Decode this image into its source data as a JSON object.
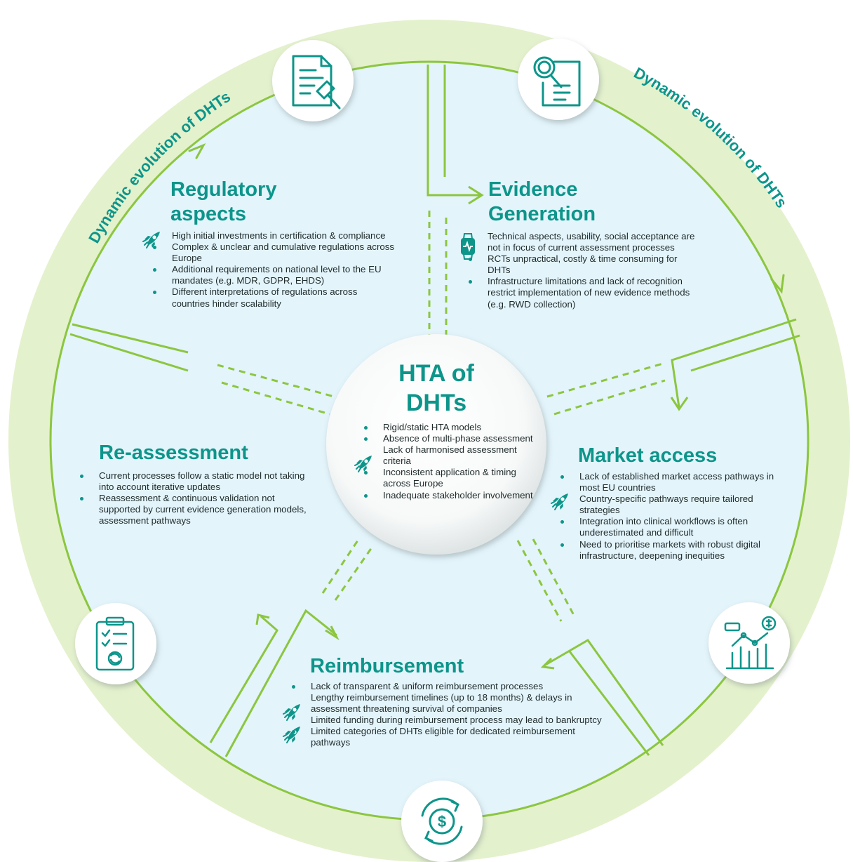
{
  "arc_labels": {
    "left": "Dynamic evolution of DHTs",
    "right": "Dynamic evolution of DHTs"
  },
  "center": {
    "title_line1": "HTA of",
    "title_line2": "DHTs",
    "bullets": [
      {
        "text": "Rigid/static HTA models",
        "marker": "dot"
      },
      {
        "text": "Absence of multi-phase assessment",
        "marker": "dot"
      },
      {
        "text": "Lack of harmonised assessment criteria",
        "marker": "rocket-icon"
      },
      {
        "text": "Inconsistent application & timing across Europe",
        "marker": "dot"
      },
      {
        "text": "Inadequate stakeholder involvement",
        "marker": "dot"
      }
    ]
  },
  "sections": {
    "regulatory": {
      "title_line1": "Regulatory",
      "title_line2": "aspects",
      "icon": "document-gavel-icon",
      "bullets": [
        {
          "text": "High initial investments in certification & compliance",
          "marker": "rocket-icon"
        },
        {
          "text": "Complex & unclear and cumulative regulations across Europe",
          "marker": "dot"
        },
        {
          "text": "Additional requirements on national level to the EU mandates (e.g. MDR, GDPR, EHDS)",
          "marker": "dot"
        },
        {
          "text": "Different interpretations of regulations across countries hinder scalability",
          "marker": "dot"
        }
      ]
    },
    "evidence": {
      "title_line1": "Evidence",
      "title_line2": "Generation",
      "icon": "magnifier-document-icon",
      "bullets": [
        {
          "text": "Technical aspects, usability, social acceptance are not in focus of current assessment processes",
          "marker": "smartwatch-icon"
        },
        {
          "text": "RCTs unpractical, costly & time consuming for DHTs",
          "marker": "dot"
        },
        {
          "text": "Infrastructure limitations and lack of recognition restrict implementation of new evidence methods (e.g. RWD collection)",
          "marker": "dot"
        }
      ]
    },
    "market": {
      "title": "Market access",
      "icon": "market-chart-icon",
      "bullets": [
        {
          "text": "Lack of established market access pathways in most EU countries",
          "marker": "dot"
        },
        {
          "text": "Country-specific pathways require tailored strategies",
          "marker": "rocket-icon"
        },
        {
          "text": "Integration into clinical workflows is often underestimated and difficult",
          "marker": "dot"
        },
        {
          "text": "Need to prioritise markets with robust digital infrastructure, deepening inequities",
          "marker": "dot"
        }
      ]
    },
    "reimbursement": {
      "title": "Reimbursement",
      "icon": "dollar-cycle-icon",
      "bullets": [
        {
          "text": "Lack of transparent & uniform reimbursement processes",
          "marker": "dot"
        },
        {
          "text": "Lengthy reimbursement timelines (up to 18 months) & delays in assessment threatening survival of companies",
          "marker": "rocket-icon"
        },
        {
          "text": "Limited funding during reimbursement process may lead to bankruptcy",
          "marker": "rocket-icon"
        },
        {
          "text": "Limited categories of DHTs eligible for dedicated reimbursement pathways",
          "marker": "dot"
        }
      ]
    },
    "reassessment": {
      "title": "Re-assessment",
      "icon": "clipboard-checklist-icon",
      "bullets": [
        {
          "text": "Current processes follow a static model not taking into account iterative updates",
          "marker": "dot"
        },
        {
          "text": "Reassessment & continuous validation not supported by current evidence generation models, assessment pathways",
          "marker": "dot"
        }
      ]
    }
  },
  "colors": {
    "accent_teal": "#0d958a",
    "line_green": "#8cc63f",
    "outer_ring": "#e4f1cd",
    "inner_fill": "#e3f4fb"
  }
}
